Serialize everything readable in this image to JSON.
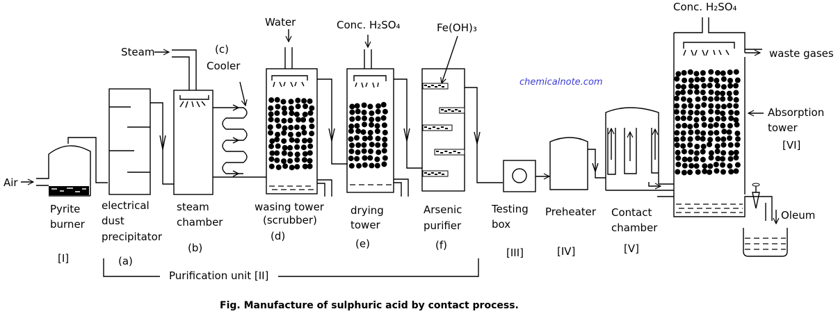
{
  "diagram": {
    "caption": "Fig. Manufacture of sulphuric acid by contact process.",
    "watermark": "chemicalnote.com",
    "inputs": {
      "air": "Air",
      "steam": "Steam",
      "water": "Water",
      "conc_h2so4_drying": "Conc. H₂SO₄",
      "fe_oh3": "Fe(OH)₃",
      "conc_h2so4_absorption": "Conc. H₂SO₄"
    },
    "outputs": {
      "waste_gases": "waste gases",
      "oleum": "Oleum"
    },
    "units": [
      {
        "id": "pyrite-burner",
        "name_lines": [
          "Pyrite",
          "burner"
        ],
        "tag": "[I]"
      },
      {
        "id": "dust-precipitator",
        "name_lines": [
          "electrical",
          "dust",
          "precipitator"
        ],
        "tag": "(a)"
      },
      {
        "id": "steam-chamber",
        "name_lines": [
          "steam",
          "chamber"
        ],
        "tag": "(b)"
      },
      {
        "id": "cooler",
        "name_lines": [
          "Cooler"
        ],
        "tag": "(c)"
      },
      {
        "id": "washing-tower",
        "name_lines": [
          "wasing tower",
          "(scrubber)"
        ],
        "tag": "(d)"
      },
      {
        "id": "drying-tower",
        "name_lines": [
          "drying",
          "tower"
        ],
        "tag": "(e)"
      },
      {
        "id": "arsenic-purifier",
        "name_lines": [
          "Arsenic",
          "purifier"
        ],
        "tag": "(f)"
      },
      {
        "id": "testing-box",
        "name_lines": [
          "Testing",
          "box"
        ],
        "tag": "[III]"
      },
      {
        "id": "preheater",
        "name_lines": [
          "Preheater"
        ],
        "tag": "[IV]"
      },
      {
        "id": "contact-chamber",
        "name_lines": [
          "Contact",
          "chamber"
        ],
        "tag": "[V]"
      },
      {
        "id": "absorption-tower",
        "name_lines": [
          "Absorption",
          "tower"
        ],
        "tag": "[VI]"
      }
    ],
    "group_label": "Purification unit [II]"
  }
}
